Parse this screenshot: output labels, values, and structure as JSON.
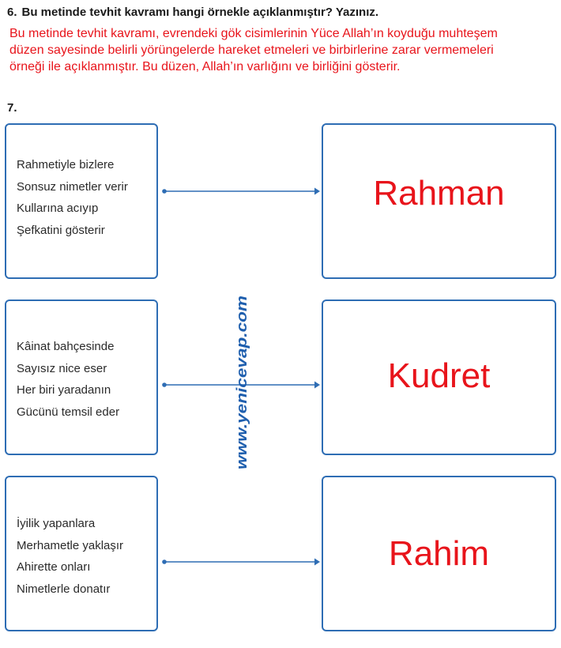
{
  "question6": {
    "number": "6.",
    "text": "Bu metinde tevhit kavramı hangi örnekle açıklanmıştır? Yazınız."
  },
  "answer6": {
    "lines": [
      "Bu metinde tevhit kavramı, evrendeki gök cisimlerinin Yüce Allah’ın koyduğu muhteşem",
      "düzen sayesinde belirli yörüngelerde hareket etmeleri ve birbirlerine zarar vermemeleri",
      "örneği ile açıklanmıştır. Bu düzen, Allah’ın varlığını ve birliğini gösterir."
    ]
  },
  "question7": {
    "number": "7."
  },
  "pairs": [
    {
      "verses": [
        "Rahmetiyle bizlere",
        "Sonsuz nimetler verir",
        "Kullarına acıyıp",
        "Şefkatini gösterir"
      ],
      "answer": "Rahman"
    },
    {
      "verses": [
        "Kâinat bahçesinde",
        "Sayısız nice eser",
        "Her biri yaradanın",
        "Gücünü temsil eder"
      ],
      "answer": "Kudret"
    },
    {
      "verses": [
        "İyilik yapanlara",
        "Merhametle yaklaşır",
        "Ahirette onları",
        "Nimetlerle donatır"
      ],
      "answer": "Rahim"
    }
  ],
  "watermark": "www.yenicevap.com",
  "colors": {
    "answer_red": "#e8141b",
    "box_blue": "#2e6db4",
    "watermark_blue": "#1f5fae"
  }
}
